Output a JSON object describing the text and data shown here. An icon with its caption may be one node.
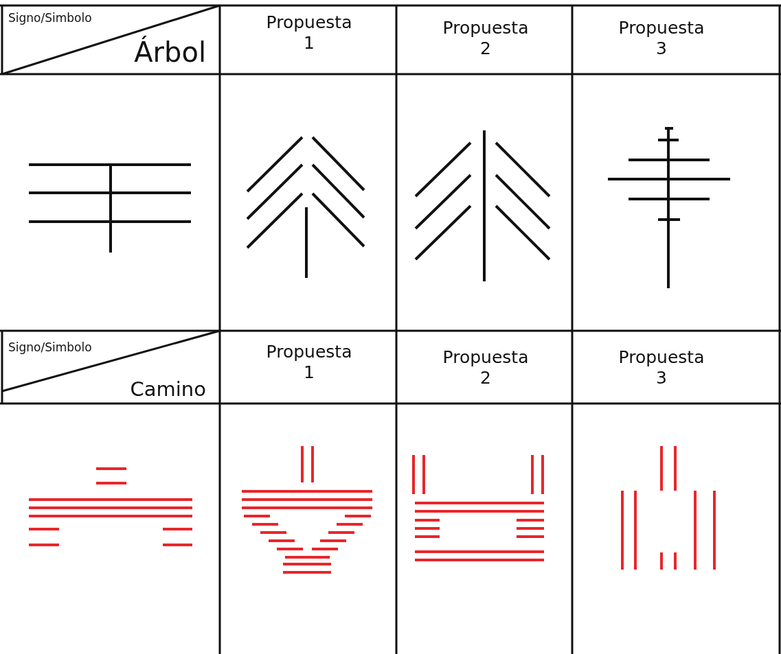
{
  "diagram": {
    "labels": [
      "Signo/Simbolo",
      "Árbol",
      "Propuesta 1",
      "Propuesta 2",
      "Propuesta 3",
      "Signo/Simbolo",
      "Camino",
      "Propuesta 1",
      "Propuesta 2",
      "Propuesta 3"
    ]
  }
}
